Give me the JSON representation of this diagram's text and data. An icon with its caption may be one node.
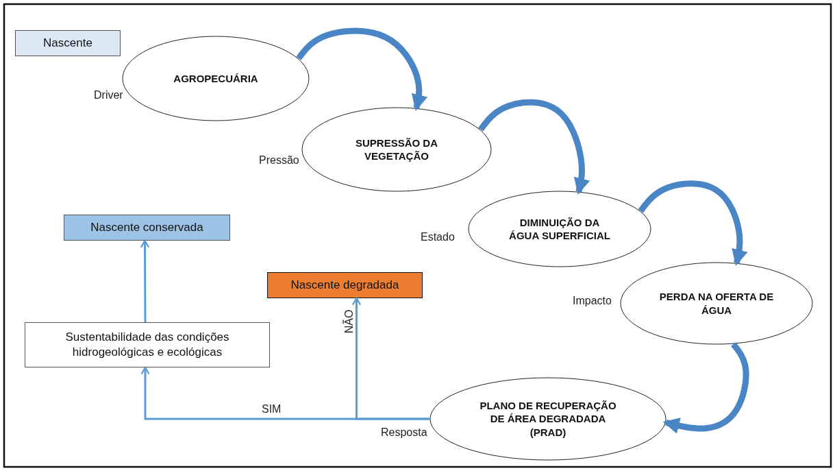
{
  "diagram": {
    "nodes": [
      {
        "text": [
          "Nascente"
        ]
      },
      {
        "text": [
          "AGROPECUÁRIA"
        ],
        "beside": [
          "Driver"
        ]
      },
      {
        "text": [
          "SUPRESSÃO DA VEGETAÇÃO"
        ],
        "beside": [
          "Pressão"
        ]
      },
      {
        "text": [
          "DIMINUIÇÃO DA ÁGUA SUPERFICIAL"
        ],
        "beside": [
          "Estado"
        ]
      },
      {
        "text": [
          "PERDA NA OFERTA DE ÁGUA"
        ],
        "beside": [
          "Impacto"
        ]
      },
      {
        "text": [
          "PLANO DE RECUPERAÇÃO DE ÁREA DEGRADADA (PRAD)"
        ],
        "beside": [
          "Resposta"
        ]
      },
      {
        "text": [
          "Nascente conservada"
        ]
      },
      {
        "text": [
          "Nascente degradada"
        ]
      },
      {
        "text": [
          "Sustentabilidade das condições hidrogeológicas e ecológicas"
        ]
      }
    ],
    "edges": [
      {
        "from": 1,
        "to": 2,
        "arrow": "to"
      },
      {
        "from": 2,
        "to": 3,
        "arrow": "to"
      },
      {
        "from": 3,
        "to": 4,
        "arrow": "to"
      },
      {
        "from": 4,
        "to": 5,
        "arrow": "to"
      },
      {
        "from": 5,
        "to": 8,
        "arrow": "to",
        "label": "SIM"
      },
      {
        "from": 5,
        "to": 7,
        "arrow": "to",
        "label": "NÃO"
      },
      {
        "from": 8,
        "to": 6,
        "arrow": "to"
      }
    ]
  }
}
